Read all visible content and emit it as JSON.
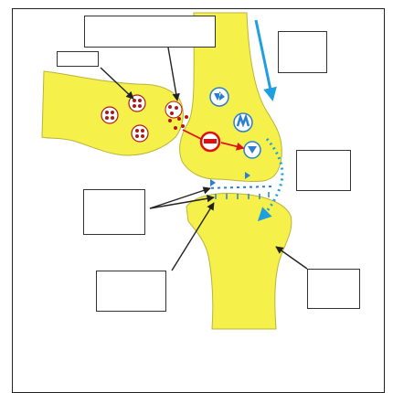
{
  "diagram": {
    "colors": {
      "neuron_fill": "#f6f04a",
      "outline": "#8a8a2a",
      "vesicle_red": "#b01818",
      "vesicle_blue": "#2a7fd0",
      "flow_arrow": "#1ea0e0",
      "inhibit_red": "#dd1111",
      "pointer": "#222222"
    },
    "label_boxes": [
      {
        "id": "top-center",
        "text": ""
      },
      {
        "id": "top-left-small",
        "text": ""
      },
      {
        "id": "top-right",
        "text": ""
      },
      {
        "id": "middle-right",
        "text": ""
      },
      {
        "id": "middle-left",
        "text": ""
      },
      {
        "id": "bottom-left",
        "text": ""
      },
      {
        "id": "bottom-right",
        "text": ""
      }
    ],
    "symbols": {
      "inhibition": "inhibit-minus-icon"
    }
  }
}
